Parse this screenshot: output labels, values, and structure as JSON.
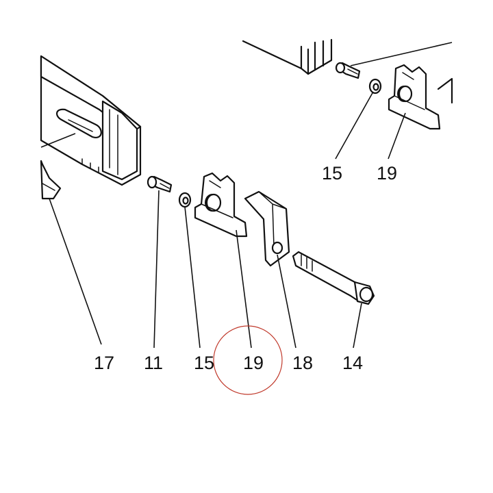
{
  "diagram": {
    "callouts": [
      {
        "id": "c17",
        "label": "17"
      },
      {
        "id": "c11",
        "label": "11"
      },
      {
        "id": "c15a",
        "label": "15"
      },
      {
        "id": "c19a",
        "label": "19"
      },
      {
        "id": "c18",
        "label": "18"
      },
      {
        "id": "c14",
        "label": "14"
      },
      {
        "id": "c15b",
        "label": "15"
      },
      {
        "id": "c19b",
        "label": "19"
      }
    ],
    "highlight_color": "#c0392b",
    "line_color": "#111111"
  }
}
